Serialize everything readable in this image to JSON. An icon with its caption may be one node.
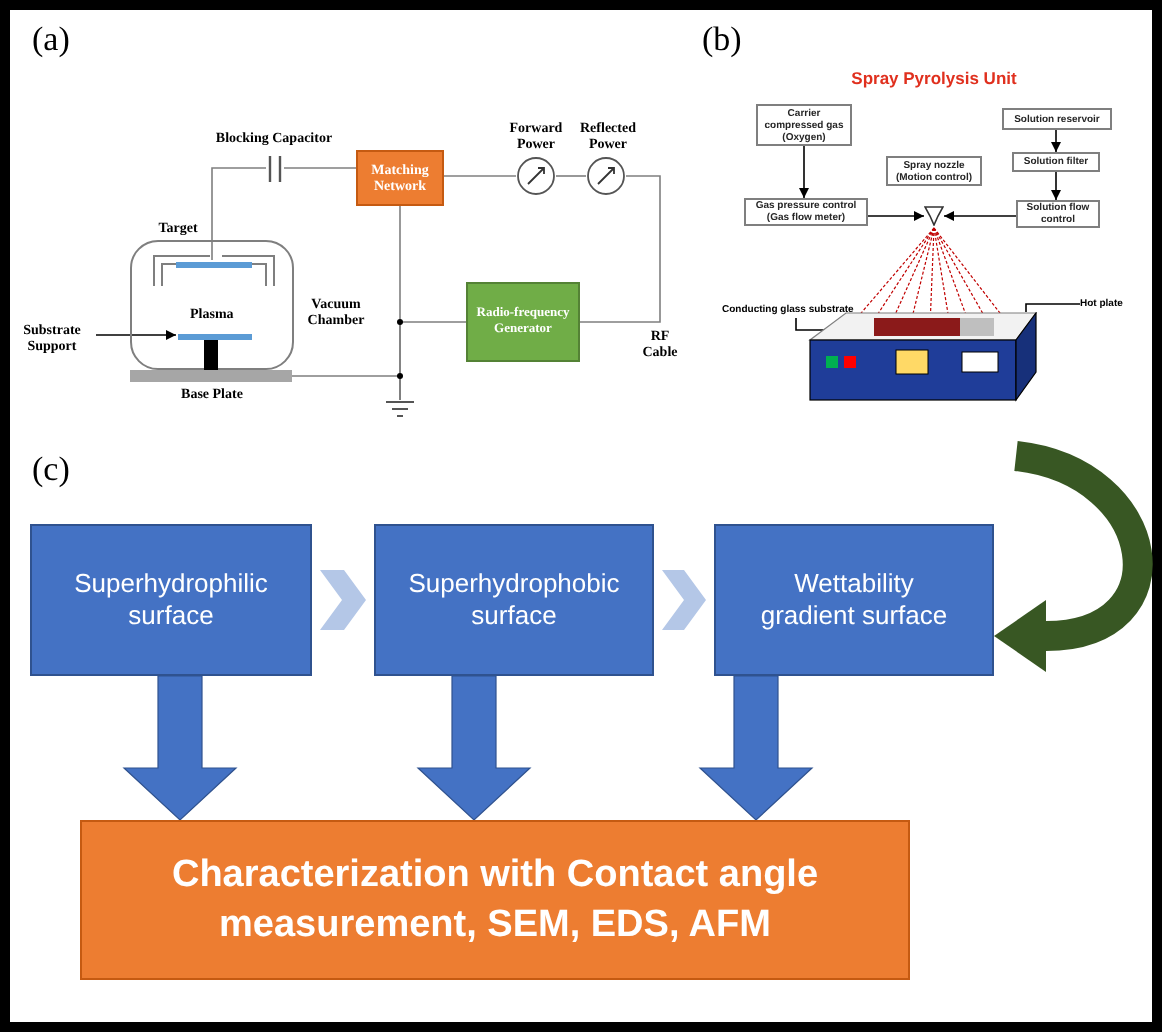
{
  "diagram": {
    "nodes": [
      {
        "text": [],
        "shape": "box",
        "beside": [
          "Vacuum Chamber"
        ]
      },
      {
        "text": [],
        "shape": "bar",
        "in": 0,
        "beside": [
          "Target"
        ]
      },
      {
        "text": [],
        "shape": "bar",
        "in": 0
      },
      {
        "text": [],
        "shape": "bar",
        "beside": [
          "Base Plate"
        ]
      },
      {
        "text": [
          "Substrate Support"
        ]
      },
      {
        "text": [],
        "shape": "capacitor",
        "beside": [
          "Blocking Capacitor"
        ]
      },
      {
        "text": [
          "Matching Network"
        ]
      },
      {
        "text": [],
        "shape": "circle",
        "beside": [
          "Forward Power"
        ]
      },
      {
        "text": [],
        "shape": "circle",
        "beside": [
          "Reflected Power"
        ]
      },
      {
        "text": [
          "Radio-frequency Generator"
        ]
      },
      {
        "text": [],
        "shape": "ground"
      },
      {
        "text": [
          "Carrier compressed gas (Oxygen)"
        ]
      },
      {
        "text": [
          "Solution reservoir"
        ]
      },
      {
        "text": [
          "Spray nozzle (Motion control)"
        ]
      },
      {
        "text": [
          "Solution filter"
        ]
      },
      {
        "text": [
          "Gas pressure control (Gas flow meter)"
        ]
      },
      {
        "text": [
          "Solution flow control"
        ]
      },
      {
        "text": [],
        "shape": "nozzle"
      },
      {
        "text": [],
        "shape": "picture"
      },
      {
        "text": [],
        "shape": "bar"
      },
      {
        "text": [
          "Conducting glass substrate"
        ]
      },
      {
        "text": [
          "Hot plate"
        ]
      },
      {
        "text": [
          "Superhydrophilic surface"
        ]
      },
      {
        "text": [
          "Superhydrophobic surface"
        ]
      },
      {
        "text": [
          "Wettability gradient surface"
        ]
      },
      {
        "text": [
          "Characterization with Contact angle measurement, SEM, EDS, AFM"
        ]
      }
    ],
    "edges": [
      {
        "from": 1,
        "to": 5,
        "arrow": "none",
        "color": "#7f7f7f"
      },
      {
        "from": 5,
        "to": 6,
        "arrow": "none",
        "color": "#7f7f7f"
      },
      {
        "from": 6,
        "to": 7,
        "arrow": "none",
        "color": "#7f7f7f"
      },
      {
        "from": 7,
        "to": 8,
        "arrow": "none",
        "color": "#7f7f7f"
      },
      {
        "from": 8,
        "to": 9,
        "arrow": "none",
        "label": "RF Cable",
        "color": "#7f7f7f"
      },
      {
        "from": 6,
        "to": 10,
        "arrow": "none",
        "color": "#7f7f7f"
      },
      {
        "from": 9,
        "to": 10,
        "arrow": "none",
        "color": "#7f7f7f"
      },
      {
        "from": 3,
        "to": 10,
        "arrow": "none",
        "color": "#7f7f7f"
      },
      {
        "from": 4,
        "to": 2,
        "arrow": "to",
        "color": "#000000"
      },
      {
        "from": 11,
        "to": 15,
        "arrow": "to",
        "color": "#000000"
      },
      {
        "from": 12,
        "to": 14,
        "arrow": "to",
        "color": "#000000"
      },
      {
        "from": 14,
        "to": 16,
        "arrow": "to",
        "color": "#000000"
      },
      {
        "from": 15,
        "to": 17,
        "arrow": "to",
        "color": "#000000"
      },
      {
        "from": 16,
        "to": 17,
        "arrow": "to",
        "color": "#000000"
      },
      {
        "from": 20,
        "to": 19,
        "arrow": "none",
        "color": "#000000"
      },
      {
        "from": 21,
        "to": 18,
        "arrow": "none",
        "color": "#000000"
      },
      {
        "from": 22,
        "to": 23,
        "arrow": "to",
        "style": "thick",
        "color": "#b4c7e7"
      },
      {
        "from": 23,
        "to": 24,
        "arrow": "to",
        "style": "thick",
        "color": "#b4c7e7"
      },
      {
        "from": 22,
        "to": 25,
        "arrow": "to",
        "style": "thick",
        "color": "#4472c4"
      },
      {
        "from": 23,
        "to": 25,
        "arrow": "to",
        "style": "thick",
        "color": "#4472c4"
      },
      {
        "from": 24,
        "to": 25,
        "arrow": "to",
        "style": "thick",
        "color": "#4472c4"
      },
      {
        "from": null,
        "to": 24,
        "arrow": "to",
        "style": "thick",
        "color": "#385723"
      }
    ],
    "labels": [
      "(a)",
      "(b)",
      "Spray Pyrolysis Unit",
      "Plasma",
      "(c)"
    ]
  }
}
